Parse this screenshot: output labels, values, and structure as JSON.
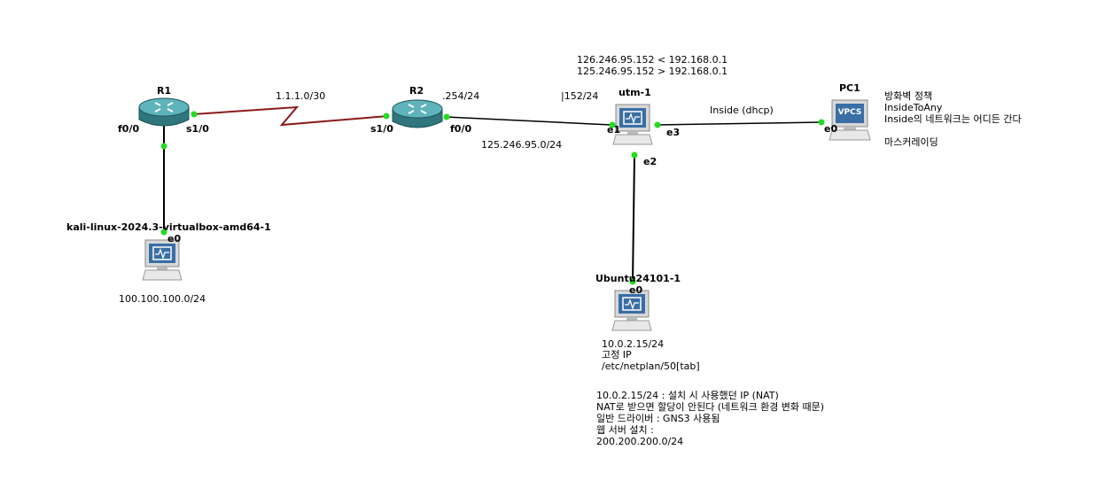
{
  "colors": {
    "background": "#ffffff",
    "ethernet_link": "#000000",
    "serial_link": "#8b1a1a",
    "port_dot": "#22dd22",
    "router_body": "#3f8f96",
    "pc_screen": "#3a6ea5"
  },
  "devices": {
    "r1": {
      "name": "R1",
      "icon": "router-icon"
    },
    "r2": {
      "name": "R2",
      "icon": "router-icon"
    },
    "utm": {
      "name": "utm-1",
      "icon": "vm-icon"
    },
    "pc1": {
      "name": "PC1",
      "icon": "vpcs-icon",
      "badge": "VPCS"
    },
    "kali": {
      "name": "kali-linux-2024.3-virtualbox-amd64-1",
      "icon": "vm-icon"
    },
    "ubuntu": {
      "name": "Ubuntu24101-1",
      "icon": "vm-icon"
    }
  },
  "ports": {
    "r1_f0": "f0/0",
    "r1_s1": "s1/0",
    "r2_s1": "s1/0",
    "r2_f0": "f0/0",
    "utm_e1": "e1",
    "utm_e2": "e2",
    "utm_e3": "e3",
    "pc1_e0": "e0",
    "kali_e0": "e0",
    "ubuntu_e0": "e0"
  },
  "notes": {
    "serial_net": "1.1.1.0/30",
    "r2_ip": ".254/24",
    "utm_ip": "|152/24",
    "wan_net": "125.246.95.0/24",
    "nat_line1": "126.246.95.152 < 192.168.0.1",
    "nat_line2": "125.246.95.152 > 192.168.0.1",
    "inside": "Inside (dhcp)",
    "policy_title": "방화벽 정책",
    "policy_rule": "InsideToAny",
    "policy_desc": "Inside의 네트워크는 어디든 간다",
    "masquerade": "마스커레이딩",
    "kali_net": "100.100.100.0/24",
    "ubuntu_ip": "10.0.2.15/24",
    "ubuntu_static": "고정 IP",
    "ubuntu_netplan": "/etc/netplan/50[tab]",
    "memo1": "10.0.2.15/24 : 설치 시 사용했던 IP (NAT)",
    "memo2": "NAT로 받으면 할당이 안된다 (네트워크 환경 변화 때문)",
    "memo3": "일반 드라이버 : GNS3 사용됨",
    "memo4": "웹 서버 설치 :",
    "memo5": "200.200.200.0/24"
  }
}
